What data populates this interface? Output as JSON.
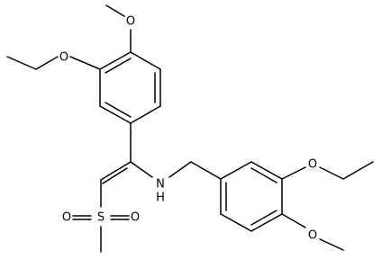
{
  "structure": {
    "atoms": [
      {
        "id": "O1",
        "label": "O"
      },
      {
        "id": "O2",
        "label": "O"
      },
      {
        "id": "N1",
        "label": "N"
      },
      {
        "id": "H1",
        "label": "H"
      },
      {
        "id": "O3",
        "label": "O"
      },
      {
        "id": "O4",
        "label": "O"
      },
      {
        "id": "S1",
        "label": "S"
      },
      {
        "id": "O5",
        "label": "O"
      },
      {
        "id": "O6",
        "label": "O"
      }
    ]
  }
}
